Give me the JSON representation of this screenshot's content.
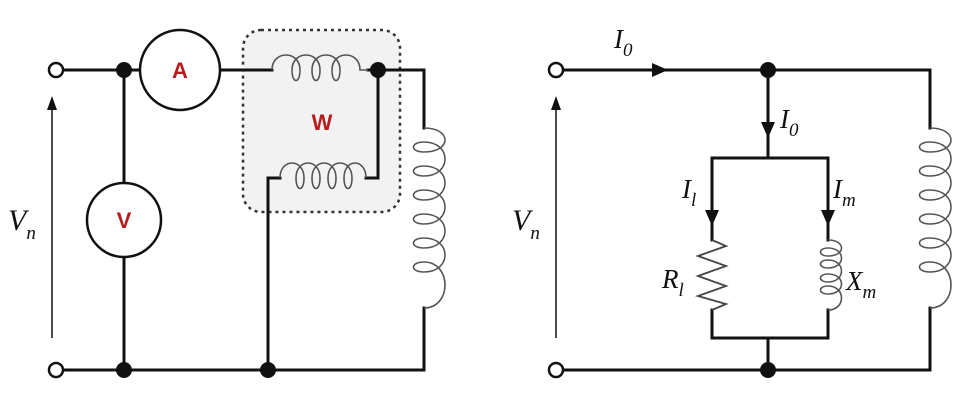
{
  "left_circuit": {
    "ammeter_label": "A",
    "voltmeter_label": "V",
    "wattmeter_label": "W",
    "voltage": {
      "symbol": "V",
      "subscript": "n"
    }
  },
  "right_circuit": {
    "voltage": {
      "symbol": "V",
      "subscript": "n"
    },
    "current_input": {
      "symbol": "I",
      "subscript": "0"
    },
    "current_branch": {
      "symbol": "I",
      "subscript": "0"
    },
    "current_loss": {
      "symbol": "I",
      "subscript": "l"
    },
    "current_mag": {
      "symbol": "I",
      "subscript": "m"
    },
    "resistor": {
      "symbol": "R",
      "subscript": "l"
    },
    "reactance": {
      "symbol": "X",
      "subscript": "m"
    }
  },
  "colors": {
    "meter_text": "#b71c1c",
    "wire": "#111111",
    "coil": "#555555",
    "wattmeter_bg": "#f2f2f2"
  }
}
